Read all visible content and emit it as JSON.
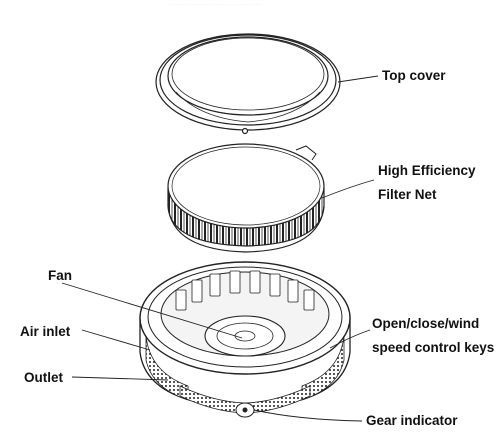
{
  "labels": {
    "top_cover": "Top cover",
    "filter_line1": "High Efficiency",
    "filter_line2": "Filter Net",
    "fan": "Fan",
    "air_inlet": "Air inlet",
    "open_close_line1": "Open/close/wind",
    "open_close_line2": "speed control keys",
    "outlet": "Outlet",
    "gear_indicator": "Gear indicator"
  },
  "colors": {
    "line": "#222222",
    "label_text": "#111111",
    "background": "#ffffff"
  }
}
